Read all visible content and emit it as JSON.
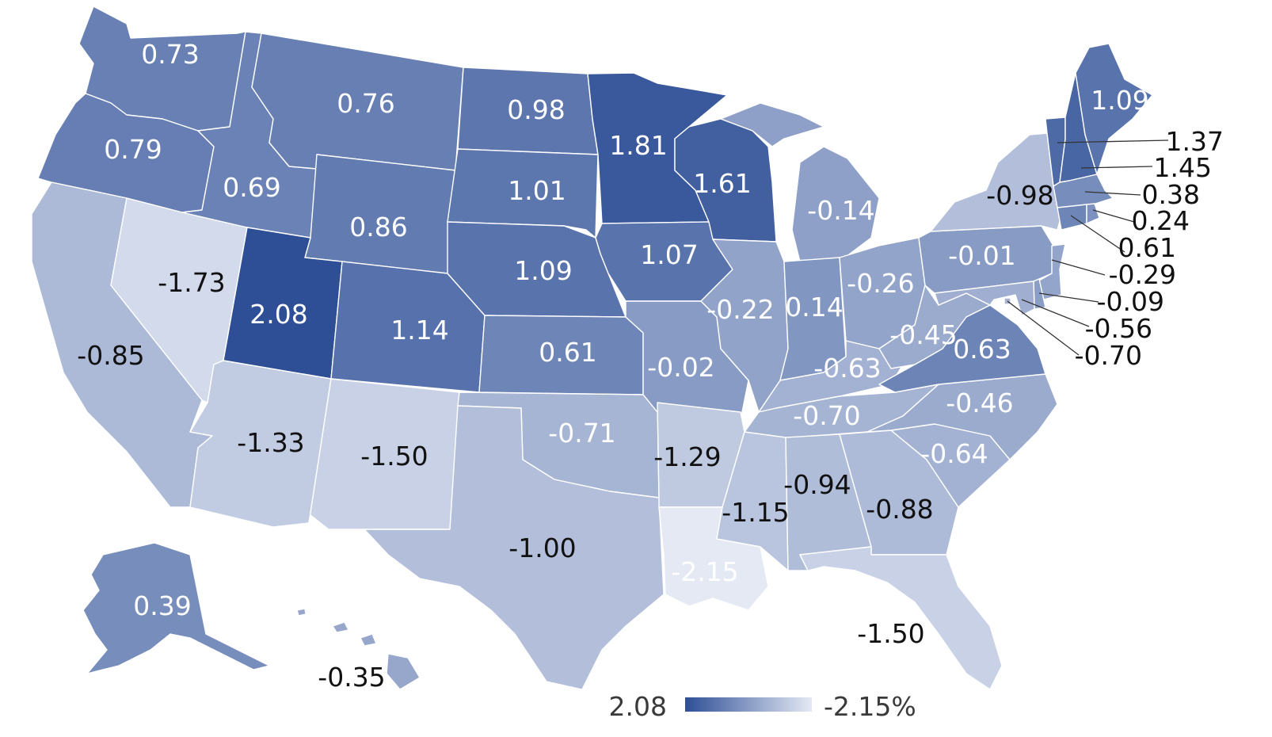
{
  "legend": {
    "max_label": "2.08",
    "min_label": "-2.15%",
    "color_max": "#2e4f96",
    "color_min": "#e4e9f4"
  },
  "regions": [
    {
      "id": "WA",
      "value": "0.73"
    },
    {
      "id": "OR",
      "value": "0.79"
    },
    {
      "id": "CA",
      "value": "-0.85"
    },
    {
      "id": "NV",
      "value": "-1.73"
    },
    {
      "id": "ID",
      "value": "0.69"
    },
    {
      "id": "MT",
      "value": "0.76"
    },
    {
      "id": "WY",
      "value": "0.86"
    },
    {
      "id": "UT",
      "value": "2.08"
    },
    {
      "id": "AZ",
      "value": "-1.33"
    },
    {
      "id": "CO",
      "value": "1.14"
    },
    {
      "id": "NM",
      "value": "-1.50"
    },
    {
      "id": "ND",
      "value": "0.98"
    },
    {
      "id": "SD",
      "value": "1.01"
    },
    {
      "id": "NE",
      "value": "1.09"
    },
    {
      "id": "KS",
      "value": "0.61"
    },
    {
      "id": "OK",
      "value": "-0.71"
    },
    {
      "id": "TX",
      "value": "-1.00"
    },
    {
      "id": "MN",
      "value": "1.81"
    },
    {
      "id": "IA",
      "value": "1.07"
    },
    {
      "id": "MO",
      "value": "-0.02"
    },
    {
      "id": "AR",
      "value": "-1.29"
    },
    {
      "id": "LA",
      "value": "-2.15"
    },
    {
      "id": "WI",
      "value": "1.61"
    },
    {
      "id": "IL",
      "value": "-0.22"
    },
    {
      "id": "MI",
      "value": "-0.14"
    },
    {
      "id": "IN",
      "value": "0.14"
    },
    {
      "id": "OH",
      "value": "-0.26"
    },
    {
      "id": "KY",
      "value": "-0.63"
    },
    {
      "id": "TN",
      "value": "-0.70"
    },
    {
      "id": "MS",
      "value": "-1.15"
    },
    {
      "id": "AL",
      "value": "-0.94"
    },
    {
      "id": "GA",
      "value": "-0.88"
    },
    {
      "id": "FL",
      "value": "-1.50"
    },
    {
      "id": "SC",
      "value": "-0.64"
    },
    {
      "id": "NC",
      "value": "-0.46"
    },
    {
      "id": "VA",
      "value": "0.63"
    },
    {
      "id": "WV",
      "value": "-0.45"
    },
    {
      "id": "PA",
      "value": "-0.01"
    },
    {
      "id": "NY",
      "value": "-0.98"
    },
    {
      "id": "ME",
      "value": "1.09"
    },
    {
      "id": "VT",
      "value": "1.37"
    },
    {
      "id": "NH",
      "value": "1.45"
    },
    {
      "id": "MA",
      "value": "0.38"
    },
    {
      "id": "RI",
      "value": "0.24"
    },
    {
      "id": "CT",
      "value": "0.61"
    },
    {
      "id": "NJ",
      "value": "-0.29"
    },
    {
      "id": "DE",
      "value": "-0.09"
    },
    {
      "id": "MD",
      "value": "-0.56"
    },
    {
      "id": "DC",
      "value": "-0.70"
    },
    {
      "id": "AK",
      "value": "0.39"
    },
    {
      "id": "HI",
      "value": "-0.35"
    }
  ]
}
